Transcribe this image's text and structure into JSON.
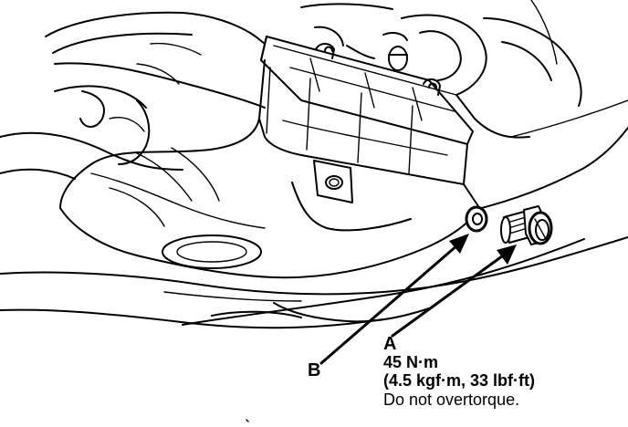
{
  "callouts": {
    "a_letter": "A",
    "b_letter": "B",
    "torque": "45 N·m",
    "torque_alt": "(4.5 kgf·m, 33 lbf·ft)",
    "note": "Do not overtorque."
  },
  "icons": {
    "drain_bolt": "drain-bolt-icon",
    "sealing_washer": "sealing-washer-icon"
  },
  "colors": {
    "line": "#000000",
    "background": "#ffffff"
  }
}
